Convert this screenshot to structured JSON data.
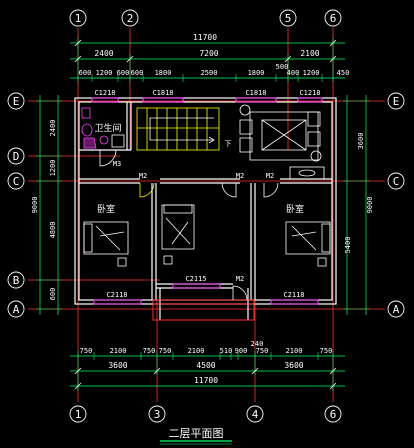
{
  "drawing": {
    "title": "二层平面图",
    "colors": {
      "background": "#000000",
      "axis_line": "#ff3030",
      "dim_line": "#00ff66",
      "wall": "#ffffff",
      "window": "#ff40ff",
      "stair": "#ffff00",
      "fixture": "#ffffff",
      "door": "#ffffff"
    }
  },
  "axes": {
    "top": [
      "1",
      "2",
      "5",
      "6"
    ],
    "bottom": [
      "1",
      "3",
      "4",
      "6"
    ],
    "left": [
      "E",
      "D",
      "C",
      "B",
      "A"
    ],
    "right": [
      "E",
      "C",
      "A"
    ]
  },
  "dimensions": {
    "top_total": "11700",
    "top_row2": [
      "2400",
      "7200",
      "2100"
    ],
    "top_row3": [
      "600",
      "1200",
      "600",
      "600",
      "1800",
      "2500",
      "1800",
      "500",
      "400",
      "1200",
      "450"
    ],
    "bottom_row1": [
      "750",
      "2100",
      "750",
      "750",
      "2100",
      "510",
      "900",
      "750",
      "2100",
      "750"
    ],
    "bottom_extra": "240",
    "bottom_row2": [
      "3600",
      "4500",
      "3600"
    ],
    "bottom_total": "11700",
    "left_outer": [
      "2400",
      "1200",
      "4800",
      "600"
    ],
    "left_total": "9000",
    "right_inner": [
      "3600",
      "5400"
    ],
    "right_total": "9000"
  },
  "windows": [
    "C1218",
    "C1818",
    "C1818",
    "C1218",
    "C2118",
    "C2115",
    "C2118"
  ],
  "doors": [
    "M3",
    "M2",
    "M2",
    "M2",
    "M2"
  ],
  "rooms": {
    "bathroom": "卫生间",
    "bedroom_left": "卧室",
    "bedroom_right": "卧室",
    "stair_label": "下"
  }
}
